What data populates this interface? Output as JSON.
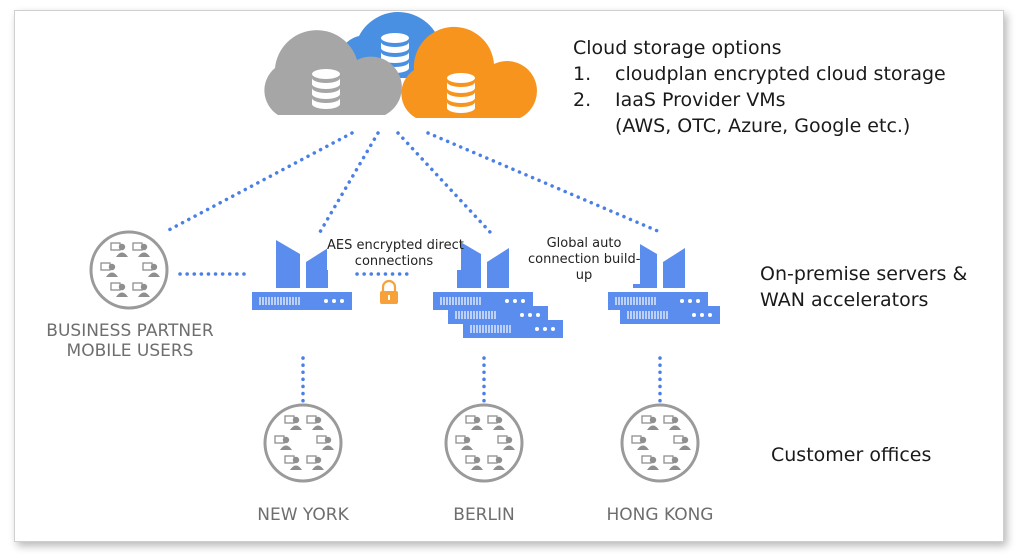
{
  "cloud": {
    "title": "Cloud storage options",
    "options": [
      {
        "num": "1.",
        "text": "cloudplan encrypted cloud storage"
      },
      {
        "num": "2.",
        "text": "IaaS Provider VMs"
      }
    ],
    "option_note": "(AWS, OTC, Azure, Google etc.)",
    "colors": {
      "gray": "#a6a6a6",
      "blue": "#4a90e2",
      "orange": "#f7941d"
    }
  },
  "labels": {
    "partner_line1": "BUSINESS PARTNER",
    "partner_line2": "MOBILE USERS",
    "aes_line1": "AES encrypted direct",
    "aes_line2": "connections",
    "global_line1": "Global auto",
    "global_line2": "connection build-",
    "global_line3": "up",
    "onprem_line1": "On-premise servers &",
    "onprem_line2": "WAN accelerators",
    "offices": "Customer offices",
    "city1": "NEW YORK",
    "city2": "BERLIN",
    "city3": "HONG KONG"
  },
  "colors": {
    "accent": "#5b8def",
    "dots": "#4a7fe8",
    "lock": "#f7a13a",
    "icon_gray": "#8f8f8f"
  }
}
